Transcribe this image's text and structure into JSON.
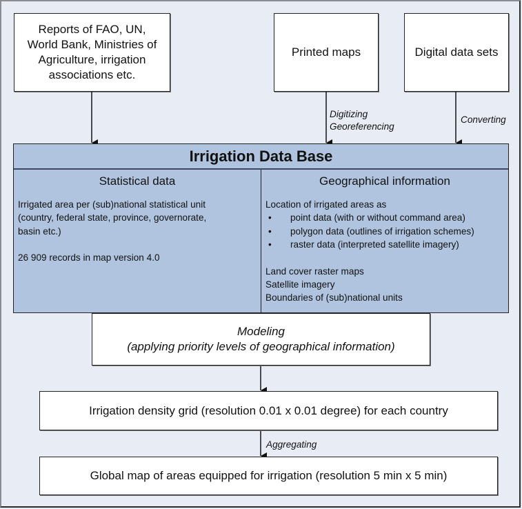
{
  "sources": [
    {
      "lines": [
        "Reports of FAO, UN,",
        "World Bank, Ministries of",
        "Agriculture, irrigation",
        "associations etc."
      ]
    },
    {
      "label": "Printed maps"
    },
    {
      "label": "Digital data sets"
    }
  ],
  "arrow_labels": {
    "printed_maps": [
      "Digitizing",
      "Georeferencing"
    ],
    "digital": "Converting",
    "aggregating": "Aggregating"
  },
  "database": {
    "title": "Irrigation Data Base",
    "statistical": {
      "heading": "Statistical data",
      "lines": [
        "Irrigated area per (sub)national statistical unit",
        "(country, federal state, province, governorate,",
        "basin etc.)"
      ],
      "records": "26 909 records in map version 4.0"
    },
    "geographical": {
      "heading": "Geographical information",
      "intro": "Location of irrigated areas as",
      "bullets": [
        "point data (with or without command area)",
        "polygon data (outlines of irrigation schemes)",
        "raster data (interpreted satellite imagery)"
      ],
      "bullet_symbol": "•",
      "extras": [
        "Land cover raster maps",
        "Satellite imagery",
        "Boundaries of (sub)national units"
      ]
    }
  },
  "modeling": {
    "title": "Modeling",
    "subtitle": "(applying priority levels of geographical information)"
  },
  "density_grid": "Irrigation density grid (resolution 0.01 x 0.01 degree) for each country",
  "global_map": "Global map of areas equipped for irrigation (resolution 5 min x 5 min)"
}
